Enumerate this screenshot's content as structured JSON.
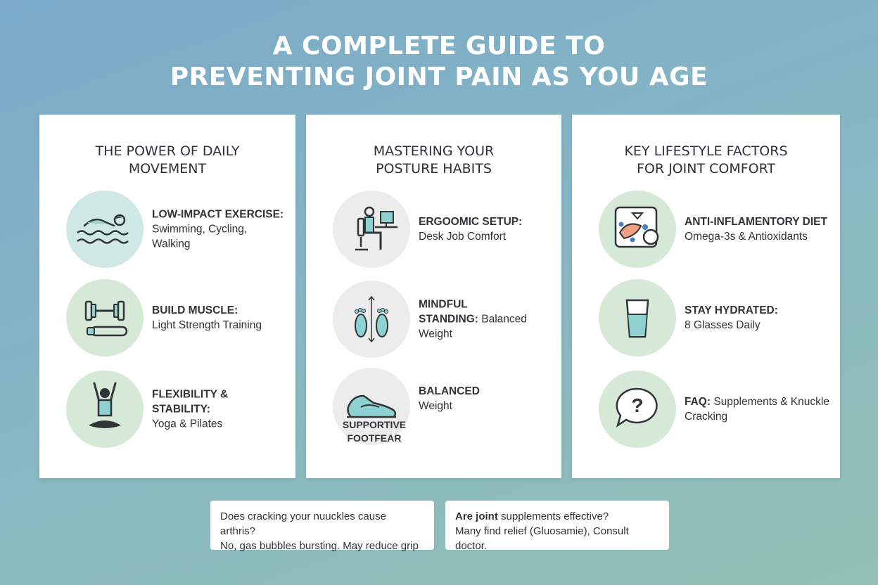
{
  "title": {
    "line1": "A COMPLETE GUIDE TO",
    "line2": "PREVENTING JOINT PAIN AS YOU AGE"
  },
  "cards": [
    {
      "title1": "THE POWER OF DAILY",
      "title2": "MOVEMENT",
      "items": [
        {
          "icon": "swimmer-icon",
          "head": "LOW-IMPACT EXERCISE:",
          "sub": "Swimming, Cycling, Walking"
        },
        {
          "icon": "dumbbell-icon",
          "head": "BUILD MUSCLE:",
          "sub": "Light Strength Training"
        },
        {
          "icon": "yoga-icon",
          "head": "FLEXIBILITY & STABILITY:",
          "sub": "Yoga & Pilates"
        }
      ]
    },
    {
      "title1": "MASTERING YOUR",
      "title2": "POSTURE HABITS",
      "items": [
        {
          "icon": "desk-worker-icon",
          "head": "ERGOOMIC SETUP:",
          "sub": "Desk Job Comfort"
        },
        {
          "icon": "footprints-icon",
          "head": "MINDFUL",
          "head2": "STANDING:",
          "sub": "Balanced Weight"
        },
        {
          "icon": "sneaker-icon",
          "head": "BALANCED",
          "sub": "Weight",
          "caption1": "SUPPORTIVE",
          "caption2": "FOOTFEAR"
        }
      ]
    },
    {
      "title1": "KEY LIFESTYLE FACTORS",
      "title2": "FOR JOINT COMFORT",
      "items": [
        {
          "icon": "food-scale-icon",
          "head": "ANTI-INFLAMENTORY DIET",
          "sub": "Omega-3s & Antioxidants"
        },
        {
          "icon": "water-glass-icon",
          "head": "STAY HYDRATED:",
          "sub": "8 Glasses Daily"
        },
        {
          "icon": "question-bubble-icon",
          "head": "FAQ:",
          "sub": "Supplements & Knuckle",
          "sub2": "Cracking"
        }
      ]
    }
  ],
  "faqs": [
    {
      "q": "Does cracking your nuuckles cause arthris?",
      "a": "No, gas bubbles bursting. May reduce grip"
    },
    {
      "q_bold": "Are joint",
      "q_rest": " supplements effective?",
      "a": "Many find relief (Gluosamie), Consult doctor."
    }
  ],
  "colors": {
    "accent": "#4a9fa8",
    "circle_green": "#d6e9d7",
    "circle_teal": "#cfe8e6"
  }
}
